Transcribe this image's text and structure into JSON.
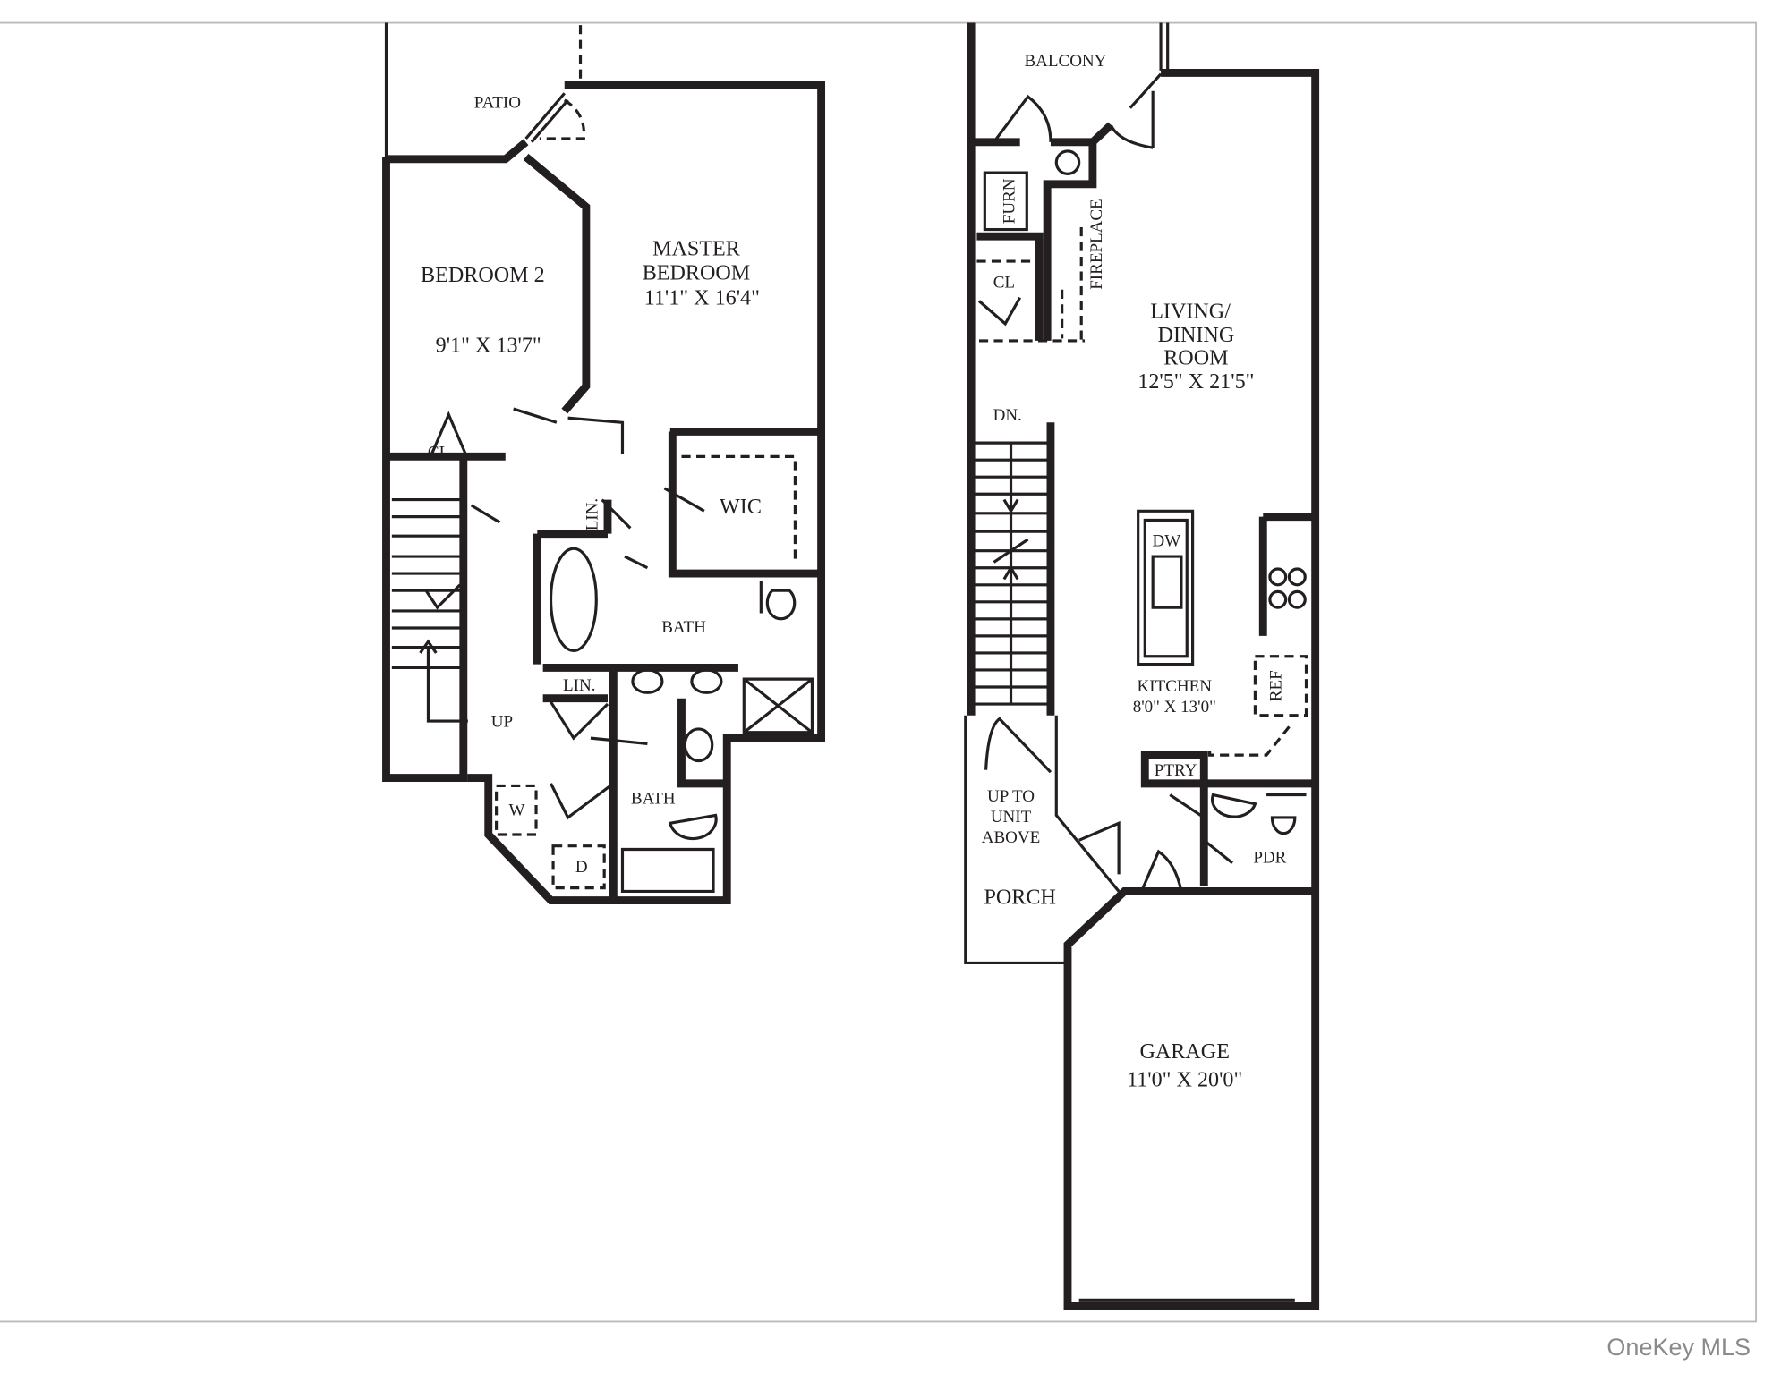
{
  "upper_level": {
    "patio": "PATIO",
    "bedroom2": {
      "name": "BEDROOM 2",
      "size": "9'1\" X 13'7\""
    },
    "master_bedroom": {
      "name_line1": "MASTER",
      "name_line2": "BEDROOM",
      "size": "11'1\" X 16'4\""
    },
    "closet": "CL.",
    "linen1": "LIN.",
    "linen2": "LIN.",
    "wic": "WIC",
    "bath1": "BATH",
    "bath2": "BATH",
    "stairs": "UP",
    "washer": "W",
    "dryer": "D"
  },
  "main_level": {
    "balcony": "BALCONY",
    "furnace": "FURN",
    "closet": "CL",
    "fireplace": "FIREPLACE",
    "living": {
      "line1": "LIVING/",
      "line2": "DINING",
      "line3": "ROOM",
      "size": "12'5\" X 21'5\""
    },
    "stairs": "DN.",
    "dishwasher": "DW",
    "kitchen": {
      "name": "KITCHEN",
      "size": "8'0\" X 13'0\""
    },
    "refrigerator": "REF",
    "pantry": "PTRY",
    "up_to_unit": {
      "line1": "UP TO",
      "line2": "UNIT",
      "line3": "ABOVE"
    },
    "porch": "PORCH",
    "powder_room": "PDR",
    "garage": {
      "name": "GARAGE",
      "size": "11'0\" X 20'0\""
    }
  },
  "watermark": "OneKey MLS"
}
